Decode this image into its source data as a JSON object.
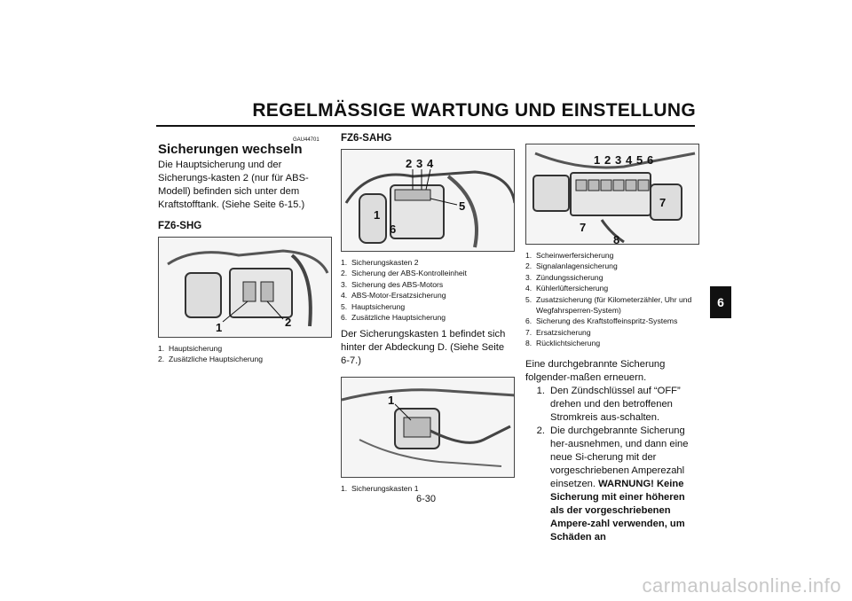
{
  "header": {
    "title": "REGELMÄSSIGE WARTUNG UND EINSTELLUNG"
  },
  "side_tab": "6",
  "doc_code": "GAU44701",
  "section": {
    "title": "Sicherungen wechseln",
    "intro": "Die Hauptsicherung und der Sicherungs-kasten 2 (nur für ABS-Modell) befinden sich unter dem Kraftstofftank. (Siehe Seite 6-15.)"
  },
  "fz6_shg": {
    "title": "FZ6-SHG",
    "callouts": [
      "1",
      "2"
    ],
    "captions": [
      {
        "n": "1.",
        "text": "Hauptsicherung"
      },
      {
        "n": "2.",
        "text": "Zusätzliche Hauptsicherung"
      }
    ]
  },
  "fz6_sahg": {
    "title": "FZ6-SAHG",
    "callouts": [
      "2",
      "3",
      "4",
      "5",
      "1",
      "6"
    ],
    "captions": [
      {
        "n": "1.",
        "text": "Sicherungskasten 2"
      },
      {
        "n": "2.",
        "text": "Sicherung der ABS-Kontrolleinheit"
      },
      {
        "n": "3.",
        "text": "Sicherung des ABS-Motors"
      },
      {
        "n": "4.",
        "text": "ABS-Motor-Ersatzsicherung"
      },
      {
        "n": "5.",
        "text": "Hauptsicherung"
      },
      {
        "n": "6.",
        "text": "Zusätzliche Hauptsicherung"
      }
    ],
    "note": "Der Sicherungskasten 1 befindet sich hinter der Abdeckung D. (Siehe Seite 6-7.)",
    "figure2_callouts": [
      "1"
    ],
    "figure2_captions": [
      {
        "n": "1.",
        "text": "Sicherungskasten 1"
      }
    ]
  },
  "fusebox": {
    "callouts": [
      "1",
      "2",
      "3",
      "4",
      "5",
      "6",
      "7",
      "7",
      "8"
    ],
    "captions": [
      {
        "n": "1.",
        "text": "Scheinwerfersicherung"
      },
      {
        "n": "2.",
        "text": "Signalanlagensicherung"
      },
      {
        "n": "3.",
        "text": "Zündungssicherung"
      },
      {
        "n": "4.",
        "text": "Kühlerlüftersicherung"
      },
      {
        "n": "5.",
        "text": "Zusatzsicherung (für Kilometerzähler, Uhr und Wegfahrsperren-System)"
      },
      {
        "n": "6.",
        "text": "Sicherung des Kraftstoffeinspritz-Systems"
      },
      {
        "n": "7.",
        "text": "Ersatzsicherung"
      },
      {
        "n": "8.",
        "text": "Rücklichtsicherung"
      }
    ],
    "replace_intro": "Eine durchgebrannte Sicherung folgender-maßen erneuern.",
    "steps": [
      {
        "n": "1.",
        "text": "Den Zündschlüssel auf “OFF” drehen und den betroffenen Stromkreis aus-schalten.",
        "warning": ""
      },
      {
        "n": "2.",
        "text": "Die durchgebrannte Sicherung her-ausnehmen, und dann eine neue Si-cherung mit der vorgeschriebenen Amperezahl einsetzen.",
        "warning": "WARNUNG! Keine Sicherung mit einer höheren als der vorgeschriebenen Ampere-zahl verwenden, um Schäden an"
      }
    ]
  },
  "page_number": "6-30",
  "watermark": "carmanualsonline.info"
}
